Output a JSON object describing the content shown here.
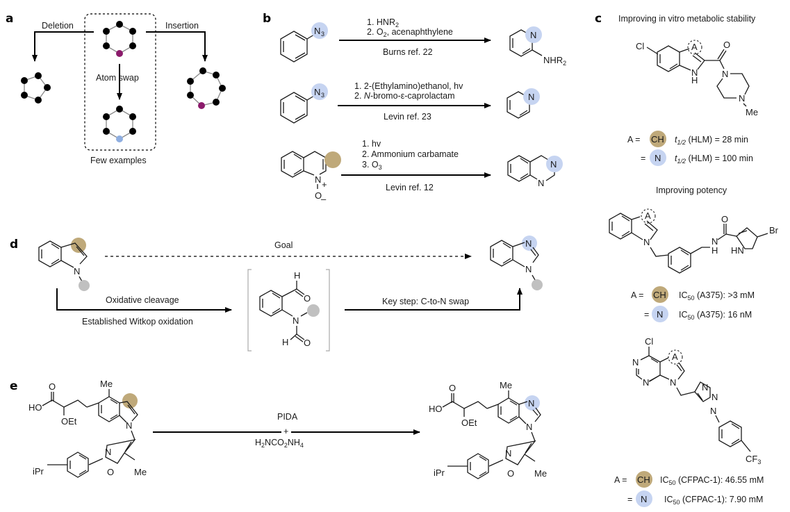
{
  "colors": {
    "tan": "#BFA97A",
    "blue": "#C6D4F1",
    "purple": "#8B1A6B",
    "swap_blue": "#8FAEE0",
    "grey": "#C0C0C0"
  },
  "panel_a": {
    "label": "a",
    "deletion": "Deletion",
    "insertion": "Insertion",
    "atom_swap": "Atom swap",
    "few_examples": "Few examples"
  },
  "panel_b": {
    "label": "b",
    "reactions": [
      {
        "reagent_1": "1. HNR",
        "reagent_1_sub": "2",
        "reagent_2": "2. O",
        "reagent_2_sub": "2",
        "reagent_2_rest": ", acenaphthylene",
        "ref": "Burns ref. 22",
        "substrate_atom": "N",
        "substrate_sub": "3",
        "product_atom": "N",
        "product_group": "NHR",
        "product_group_sub": "2"
      },
      {
        "reagent_1": "1. 2-(Ethylamino)ethanol, hv",
        "reagent_2_italic": "N",
        "reagent_2_rest": "-bromo-ε-caprolactam",
        "reagent_2_prefix": "2. ",
        "ref": "Levin ref. 23",
        "substrate_atom": "N",
        "substrate_sub": "3",
        "product_atom": "N"
      },
      {
        "reagent_1": "1. hv",
        "reagent_2": "2. Ammonium carbamate",
        "reagent_3": "3. O",
        "reagent_3_sub": "3",
        "ref": "Levin ref. 12",
        "substrate_n": "N",
        "substrate_plus": "+",
        "substrate_o": "O",
        "substrate_minus": "–",
        "product_n1": "N",
        "product_n2": "N"
      }
    ]
  },
  "panel_c": {
    "label": "c",
    "section1_title": "Improving in vitro metabolic stability",
    "section2_title": "Improving potency",
    "atoms": {
      "cl": "Cl",
      "a": "A",
      "n": "N",
      "h": "H",
      "o": "O",
      "me": "Me",
      "br": "Br",
      "hn": "HN",
      "cf3": "CF",
      "cf3_sub": "3"
    },
    "compound1": {
      "rows": [
        {
          "prefix": "A  =",
          "badge": "CH",
          "badge_color": "tan",
          "metric": "t",
          "metric_sub": "1/2",
          "rest": " (HLM) = 28 min"
        },
        {
          "prefix": "=",
          "badge": "N",
          "badge_color": "blue",
          "metric": "t",
          "metric_sub": "1/2",
          "rest": " (HLM) = 100 min"
        }
      ]
    },
    "compound2": {
      "rows": [
        {
          "prefix": "A  =",
          "badge": "CH",
          "badge_color": "tan",
          "metric": "IC",
          "metric_sub": "50",
          "rest": " (A375): >3 mM"
        },
        {
          "prefix": "=",
          "badge": "N",
          "badge_color": "blue",
          "metric": "IC",
          "metric_sub": "50",
          "rest": " (A375): 16 nM"
        }
      ]
    },
    "compound3": {
      "rows": [
        {
          "prefix": "A  =",
          "badge": "CH",
          "badge_color": "tan",
          "metric": "IC",
          "metric_sub": "50",
          "rest": " (CFPAC-1): 46.55 mM"
        },
        {
          "prefix": "=",
          "badge": "N",
          "badge_color": "blue",
          "metric": "IC",
          "metric_sub": "50",
          "rest": " (CFPAC-1): 7.90 mM"
        }
      ]
    }
  },
  "panel_d": {
    "label": "d",
    "goal": "Goal",
    "oxidative_cleavage": "Oxidative cleavage",
    "witkop": "Established Witkop oxidation",
    "key_step": "Key step: C-to-N swap",
    "atoms": {
      "n": "N",
      "h": "H",
      "o": "O"
    }
  },
  "panel_e": {
    "label": "e",
    "reagent_top": "PIDA",
    "reagent_plus": "+",
    "reagent_bottom_parts": [
      "H",
      "2",
      "NCO",
      "2",
      "NH",
      "4"
    ],
    "atoms": {
      "o": "O",
      "ho": "HO",
      "oet": "OEt",
      "me": "Me",
      "n": "N",
      "ipr": "iPr"
    }
  }
}
